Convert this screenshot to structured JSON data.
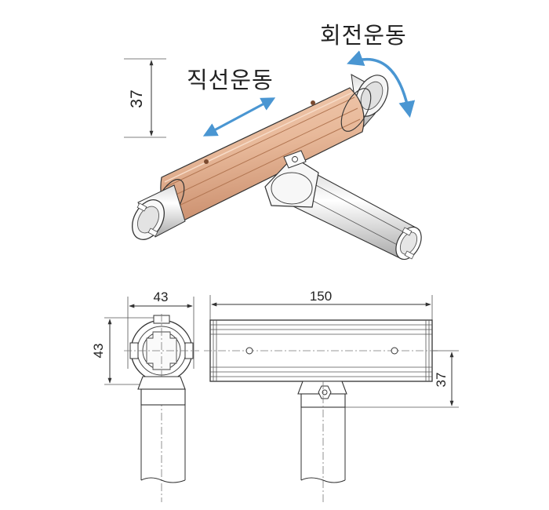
{
  "labels": {
    "linear_motion": "직선운동",
    "rotary_motion": "회전운동"
  },
  "dimensions": {
    "iso_height": "37",
    "end_width": "43",
    "end_height": "43",
    "length": "150",
    "side_height": "37"
  },
  "colors": {
    "bearing": "#e8b99a",
    "bearing_dark": "#c98d6c",
    "tube": "#f2f2f2",
    "tube_shade": "#bdbdbd",
    "arrow": "#4a96d2",
    "line": "#333333"
  }
}
